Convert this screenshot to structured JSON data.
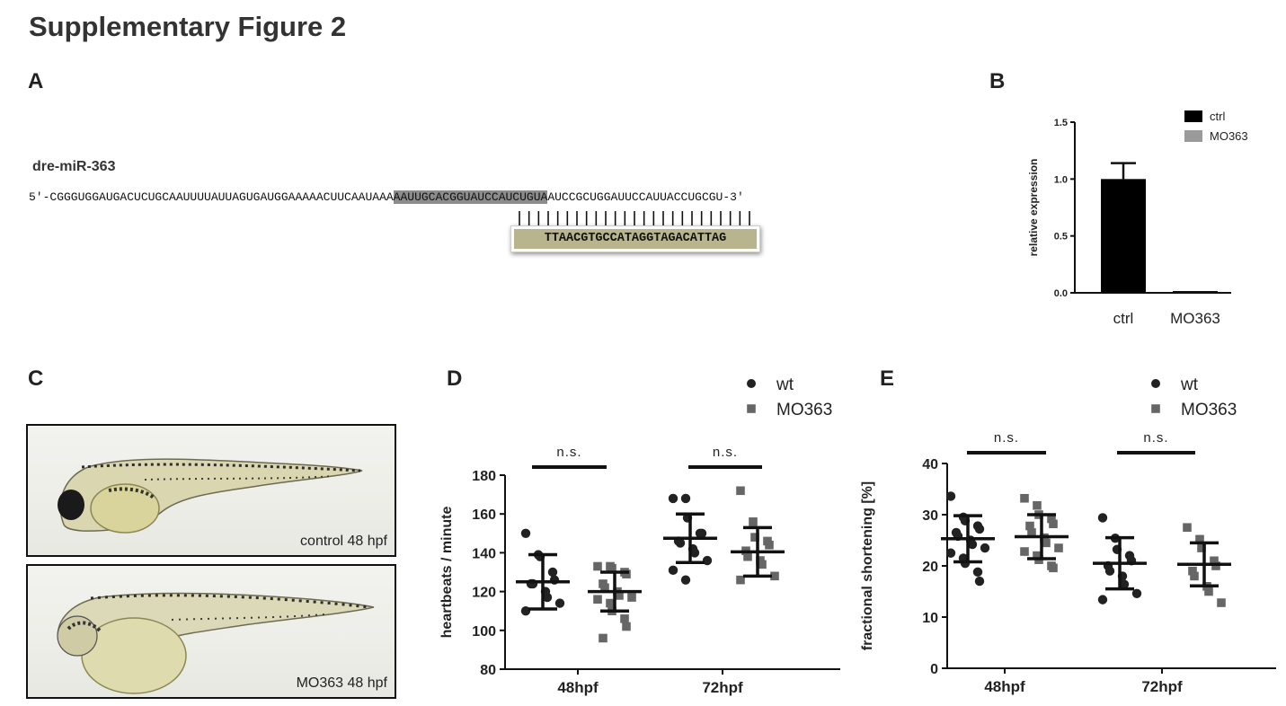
{
  "figure": {
    "title": "Supplementary Figure 2"
  },
  "panels": {
    "A": "A",
    "B": "B",
    "C": "C",
    "D": "D",
    "E": "E"
  },
  "panel_a": {
    "mirna_name": "dre-miR-363",
    "seq_prefix": "5′-CGGGUGGAUGACUCUGCAAUUUUAUUAGUGAUGGAAAAACUUCAAUAAA",
    "seq_highlight": "AAUUGCACGGUAUCCAUCUGUA",
    "seq_suffix": "AUCCGCUGGAUUCCAUUACCUGCGU-3′",
    "morpholino": "TTAACGTGCCATAGGTAGACATTAG",
    "highlight_color": "#8c8c8c",
    "morpholino_color": "#b8b48e"
  },
  "panel_c": {
    "images": [
      {
        "caption": "control 48 hpf"
      },
      {
        "caption": "MO363 48 hpf"
      }
    ]
  },
  "chart_data": [
    {
      "panel": "B",
      "type": "bar",
      "categories": [
        "ctrl",
        "MO363"
      ],
      "values": [
        1.0,
        0.0
      ],
      "error": [
        0.14,
        0.0
      ],
      "ylabel": "relative expression",
      "ylim": [
        0,
        1.5
      ],
      "yticks": [
        "0.0",
        "0.5",
        "1.0",
        "1.5"
      ],
      "legend": [
        {
          "name": "ctrl",
          "color": "#000000"
        },
        {
          "name": "MO363",
          "color": "#9a9a9a"
        }
      ],
      "legend_position": "top-right"
    },
    {
      "panel": "D",
      "type": "scatter",
      "categories": [
        "48hpf",
        "72hpf"
      ],
      "ylabel": "heartbeats / minute",
      "ylim": [
        80,
        180
      ],
      "yticks": [
        "80",
        "100",
        "120",
        "140",
        "160",
        "180"
      ],
      "legend_position": "top-right",
      "significance": [
        "n.s.",
        "n.s."
      ],
      "series": [
        {
          "name": "wt",
          "marker": "circle",
          "color": "#222222",
          "groups": [
            {
              "category": "48hpf",
              "mean": 125,
              "sd": 14,
              "points": [
                150,
                139,
                138,
                130,
                126,
                124,
                124,
                120,
                117,
                114,
                110
              ]
            },
            {
              "category": "72hpf",
              "mean": 147.5,
              "sd": 12.5,
              "points": [
                168,
                168,
                158,
                150,
                150,
                146,
                145,
                142,
                140,
                136,
                131,
                126
              ]
            }
          ]
        },
        {
          "name": "MO363",
          "marker": "square",
          "color": "#666666",
          "groups": [
            {
              "category": "48hpf",
              "mean": 120,
              "sd": 10,
              "points": [
                133,
                133,
                132,
                130,
                129,
                124,
                122,
                120,
                118,
                117,
                116,
                114,
                110,
                106,
                102,
                96
              ]
            },
            {
              "category": "72hpf",
              "mean": 140.5,
              "sd": 12.5,
              "points": [
                172,
                156,
                148,
                146,
                144,
                141,
                138,
                136,
                134,
                128,
                126
              ]
            }
          ]
        }
      ]
    },
    {
      "panel": "E",
      "type": "scatter",
      "categories": [
        "48hpf",
        "72hpf"
      ],
      "ylabel": "fractional shortening [%]",
      "ylim": [
        0,
        40
      ],
      "yticks": [
        "0",
        "10",
        "20",
        "30",
        "40"
      ],
      "legend_position": "top-right",
      "significance": [
        "n.s.",
        "n.s."
      ],
      "series": [
        {
          "name": "wt",
          "marker": "circle",
          "color": "#222222",
          "groups": [
            {
              "category": "48hpf",
              "mean": 25.3,
              "sd": 4.5,
              "points": [
                33.6,
                29.5,
                28.8,
                27.8,
                27.2,
                26.5,
                25.8,
                25.0,
                24.2,
                23.5,
                22.5,
                21.5,
                20.5,
                18.8,
                17.0
              ]
            },
            {
              "category": "72hpf",
              "mean": 20.5,
              "sd": 5,
              "points": [
                29.4,
                25.4,
                23.2,
                22.0,
                21.0,
                20.0,
                19.0,
                18.0,
                16.4,
                14.6,
                13.4
              ]
            }
          ]
        },
        {
          "name": "MO363",
          "marker": "square",
          "color": "#666666",
          "groups": [
            {
              "category": "48hpf",
              "mean": 25.7,
              "sd": 4.3,
              "points": [
                33.2,
                31.8,
                30.0,
                29.2,
                28.2,
                27.8,
                26.5,
                25.5,
                24.5,
                23.5,
                22.8,
                22.0,
                21.2,
                20.0,
                19.6
              ]
            },
            {
              "category": "72hpf",
              "mean": 20.3,
              "sd": 4.2,
              "points": [
                27.5,
                25.2,
                23.5,
                21.0,
                20.0,
                19.0,
                18.0,
                16.0,
                15.0,
                12.8
              ]
            }
          ]
        }
      ]
    }
  ]
}
